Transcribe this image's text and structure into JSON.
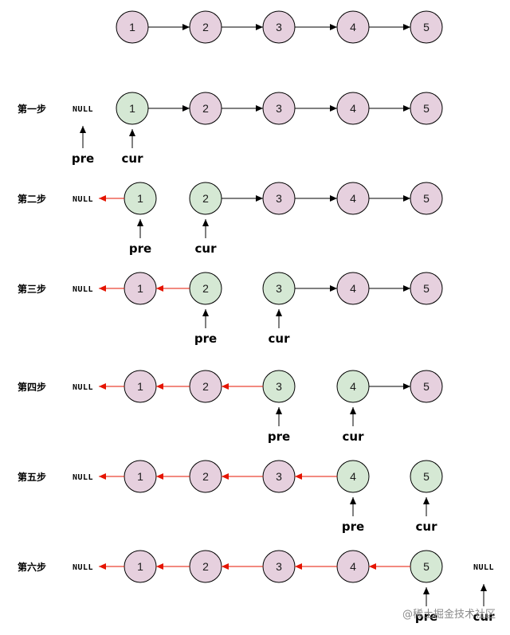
{
  "colors": {
    "node_default_fill": "#e6d0de",
    "node_current_fill": "#d5e8d4",
    "node_stroke": "#000000",
    "arrow_forward": "#000000",
    "arrow_reversed": "#e51400"
  },
  "initial_list": {
    "nodes": [
      {
        "label": "1",
        "state": "default"
      },
      {
        "label": "2",
        "state": "default"
      },
      {
        "label": "3",
        "state": "default"
      },
      {
        "label": "4",
        "state": "default"
      },
      {
        "label": "5",
        "state": "default"
      }
    ],
    "links": [
      "forward",
      "forward",
      "forward",
      "forward"
    ]
  },
  "steps": [
    {
      "title": "第一步",
      "left_null": "NULL",
      "right_null": "",
      "nodes": [
        {
          "label": "1",
          "state": "current"
        },
        {
          "label": "2",
          "state": "default"
        },
        {
          "label": "3",
          "state": "default"
        },
        {
          "label": "4",
          "state": "default"
        },
        {
          "label": "5",
          "state": "default"
        }
      ],
      "links": [
        "none",
        "forward",
        "forward",
        "forward",
        "forward"
      ],
      "pointers": [
        {
          "name": "pre",
          "target": "left-null"
        },
        {
          "name": "cur",
          "target": "node-1"
        }
      ]
    },
    {
      "title": "第二步",
      "left_null": "NULL",
      "right_null": "",
      "nodes": [
        {
          "label": "1",
          "state": "current"
        },
        {
          "label": "2",
          "state": "current"
        },
        {
          "label": "3",
          "state": "default"
        },
        {
          "label": "4",
          "state": "default"
        },
        {
          "label": "5",
          "state": "default"
        }
      ],
      "links": [
        "reversed",
        "none",
        "forward",
        "forward",
        "forward"
      ],
      "pointers": [
        {
          "name": "pre",
          "target": "node-1"
        },
        {
          "name": "cur",
          "target": "node-2"
        }
      ]
    },
    {
      "title": "第三步",
      "left_null": "NULL",
      "right_null": "",
      "nodes": [
        {
          "label": "1",
          "state": "default"
        },
        {
          "label": "2",
          "state": "current"
        },
        {
          "label": "3",
          "state": "current"
        },
        {
          "label": "4",
          "state": "default"
        },
        {
          "label": "5",
          "state": "default"
        }
      ],
      "links": [
        "reversed",
        "reversed",
        "none",
        "forward",
        "forward"
      ],
      "pointers": [
        {
          "name": "pre",
          "target": "node-2"
        },
        {
          "name": "cur",
          "target": "node-3"
        }
      ]
    },
    {
      "title": "第四步",
      "left_null": "NULL",
      "right_null": "",
      "nodes": [
        {
          "label": "1",
          "state": "default"
        },
        {
          "label": "2",
          "state": "default"
        },
        {
          "label": "3",
          "state": "current"
        },
        {
          "label": "4",
          "state": "current"
        },
        {
          "label": "5",
          "state": "default"
        }
      ],
      "links": [
        "reversed",
        "reversed",
        "reversed",
        "none",
        "forward"
      ],
      "pointers": [
        {
          "name": "pre",
          "target": "node-3"
        },
        {
          "name": "cur",
          "target": "node-4"
        }
      ]
    },
    {
      "title": "第五步",
      "left_null": "NULL",
      "right_null": "",
      "nodes": [
        {
          "label": "1",
          "state": "default"
        },
        {
          "label": "2",
          "state": "default"
        },
        {
          "label": "3",
          "state": "default"
        },
        {
          "label": "4",
          "state": "current"
        },
        {
          "label": "5",
          "state": "current"
        }
      ],
      "links": [
        "reversed",
        "reversed",
        "reversed",
        "reversed",
        "none"
      ],
      "pointers": [
        {
          "name": "pre",
          "target": "node-4"
        },
        {
          "name": "cur",
          "target": "node-5"
        }
      ]
    },
    {
      "title": "第六步",
      "left_null": "NULL",
      "right_null": "NULL",
      "nodes": [
        {
          "label": "1",
          "state": "default"
        },
        {
          "label": "2",
          "state": "default"
        },
        {
          "label": "3",
          "state": "default"
        },
        {
          "label": "4",
          "state": "default"
        },
        {
          "label": "5",
          "state": "current"
        }
      ],
      "links": [
        "reversed",
        "reversed",
        "reversed",
        "reversed",
        "reversed"
      ],
      "pointers": [
        {
          "name": "pre",
          "target": "node-5"
        },
        {
          "name": "cur",
          "target": "right-null"
        }
      ]
    }
  ],
  "watermark": "@稀土掘金技术社区"
}
